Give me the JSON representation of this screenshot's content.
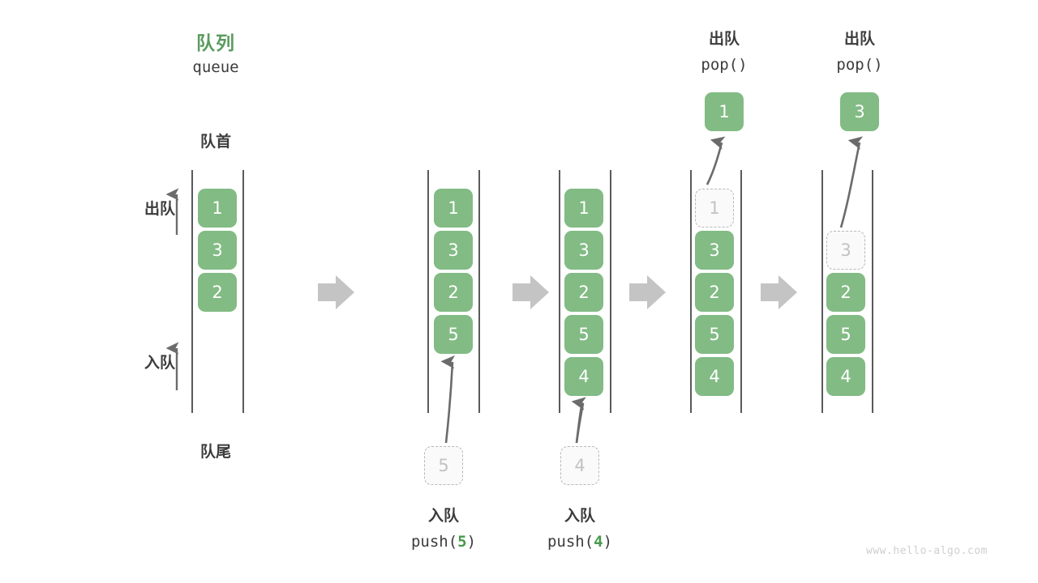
{
  "meta": {
    "watermark": "www.hello-algo.com",
    "colors": {
      "accent_green": "#5a9b5e",
      "cell_green": "#82bb84",
      "ghost_border": "#b8b8b8",
      "ghost_text": "#c2c2c2",
      "ink": "#3c3c3c",
      "arrow_gray": "#6b6b6b",
      "step_arrow_gray": "#c4c4c4",
      "rail_gray": "#5a5a5a"
    }
  },
  "header": {
    "title_cn": "队列",
    "title_en": "queue"
  },
  "labels": {
    "front": "队首",
    "rear": "队尾",
    "dequeue": "出队",
    "enqueue": "入队"
  },
  "stages": [
    {
      "id": "initial",
      "cells": [
        {
          "value": "1",
          "state": "filled"
        },
        {
          "value": "3",
          "state": "filled"
        },
        {
          "value": "2",
          "state": "filled"
        }
      ]
    },
    {
      "id": "push-5",
      "cells": [
        {
          "value": "1",
          "state": "filled"
        },
        {
          "value": "3",
          "state": "filled"
        },
        {
          "value": "2",
          "state": "filled"
        },
        {
          "value": "5",
          "state": "filled"
        }
      ],
      "incoming": {
        "value": "5",
        "state": "ghost"
      },
      "op_cn": "入队",
      "op_name": "push",
      "op_arg": "5",
      "op_open": "(",
      "op_close": ")"
    },
    {
      "id": "push-4",
      "cells": [
        {
          "value": "1",
          "state": "filled"
        },
        {
          "value": "3",
          "state": "filled"
        },
        {
          "value": "2",
          "state": "filled"
        },
        {
          "value": "5",
          "state": "filled"
        },
        {
          "value": "4",
          "state": "filled"
        }
      ],
      "incoming": {
        "value": "4",
        "state": "ghost"
      },
      "op_cn": "入队",
      "op_name": "push",
      "op_arg": "4",
      "op_open": "(",
      "op_close": ")"
    },
    {
      "id": "pop-1",
      "cells": [
        {
          "value": "1",
          "state": "ghost"
        },
        {
          "value": "3",
          "state": "filled"
        },
        {
          "value": "2",
          "state": "filled"
        },
        {
          "value": "5",
          "state": "filled"
        },
        {
          "value": "4",
          "state": "filled"
        }
      ],
      "popped": {
        "value": "1",
        "state": "filled"
      },
      "op_cn": "出队",
      "op_name": "pop",
      "op_arg": "",
      "op_open": "(",
      "op_close": ")"
    },
    {
      "id": "pop-3",
      "cells": [
        {
          "value": "",
          "state": "empty"
        },
        {
          "value": "3",
          "state": "ghost"
        },
        {
          "value": "2",
          "state": "filled"
        },
        {
          "value": "5",
          "state": "filled"
        },
        {
          "value": "4",
          "state": "filled"
        }
      ],
      "popped": {
        "value": "3",
        "state": "filled"
      },
      "op_cn": "出队",
      "op_name": "pop",
      "op_arg": "",
      "op_open": "(",
      "op_close": ")"
    }
  ]
}
